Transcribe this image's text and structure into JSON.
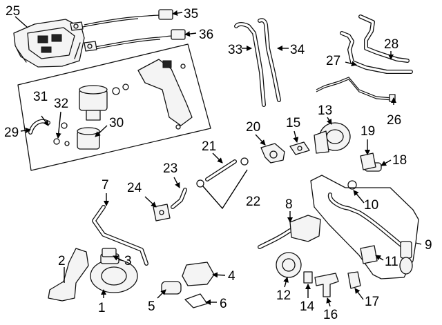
{
  "diagram": {
    "callouts": [
      "1",
      "2",
      "3",
      "4",
      "5",
      "6",
      "7",
      "8",
      "9",
      "10",
      "11",
      "12",
      "13",
      "14",
      "15",
      "16",
      "17",
      "18",
      "19",
      "20",
      "21",
      "22",
      "23",
      "24",
      "25",
      "26",
      "27",
      "28",
      "29",
      "30",
      "31",
      "32",
      "33",
      "34",
      "35",
      "36"
    ]
  }
}
